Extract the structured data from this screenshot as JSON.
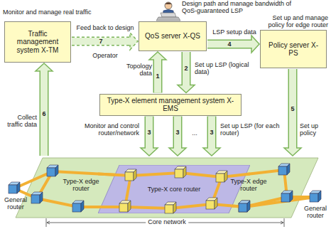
{
  "diagram": {
    "nodes": [
      {
        "text": [
          "Traffic management system X-TM"
        ]
      },
      {
        "text": [
          "QoS server X-QS"
        ]
      },
      {
        "text": [
          "Policy server X-PS"
        ]
      },
      {
        "text": [
          "Type-X element management system X-EMS"
        ]
      },
      {
        "text": [
          "Core network"
        ]
      },
      {
        "text": [
          "Type-X core router"
        ],
        "in": 4
      }
    ],
    "edges": [
      {
        "from": 3,
        "to": 1,
        "label": "1",
        "arrow": "to"
      },
      {
        "from": 1,
        "to": 3,
        "label": "2",
        "arrow": "to"
      },
      {
        "from": 3,
        "to": 4,
        "label": "3",
        "arrow": "to"
      },
      {
        "from": 3,
        "to": 4,
        "label": "3",
        "arrow": "to"
      },
      {
        "from": 3,
        "to": 4,
        "label": "3",
        "arrow": "to"
      },
      {
        "from": 1,
        "to": 2,
        "label": "4",
        "arrow": "to"
      },
      {
        "from": 2,
        "to": 4,
        "label": "5",
        "arrow": "to"
      },
      {
        "from": 4,
        "to": 0,
        "label": "6",
        "arrow": "to"
      },
      {
        "from": 0,
        "to": 1,
        "label": "7",
        "arrow": "to"
      }
    ],
    "labels": [
      "Design path and manage bandwidth of QoS-guaranteed LSP",
      "Monitor and manage real traffic",
      "Set up and manage policy for edge router",
      "Feed back to design",
      "Operator",
      "LSP setup data",
      "Topology data",
      "Set up LSP (logical data)",
      "Collect traffic data",
      "Monitor and control router/network",
      "...",
      "Set up LSP (for each router)",
      "Set up policy",
      "Type-X edge router",
      "Type-X edge router",
      "General router",
      "General router"
    ]
  }
}
